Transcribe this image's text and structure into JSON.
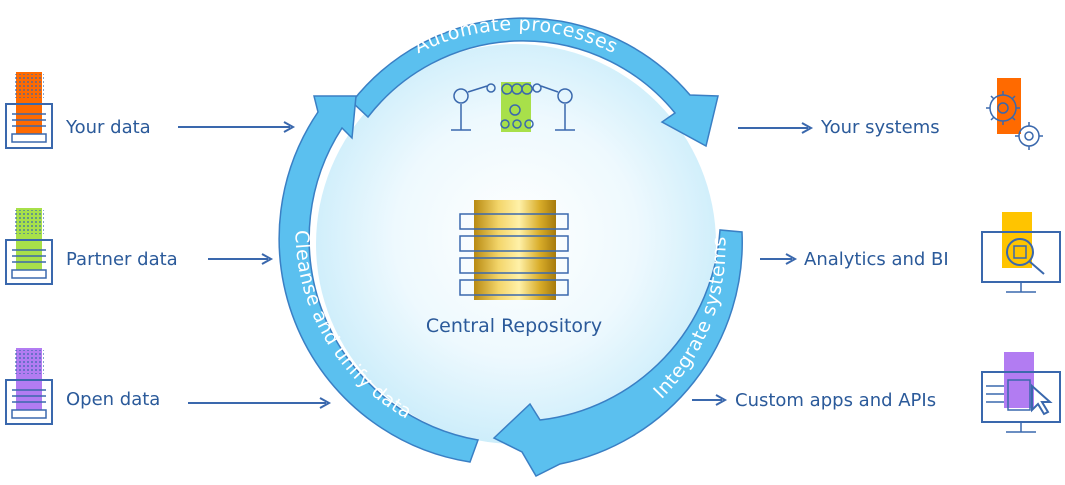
{
  "ring": {
    "top_label": "Automate processes",
    "left_label": "Cleanse and unify data",
    "right_label": "Integrate systems"
  },
  "center": {
    "label": "Central Repository"
  },
  "sources": [
    {
      "label": "Your data",
      "color": "#ff6a00"
    },
    {
      "label": "Partner data",
      "color": "#a8e04a"
    },
    {
      "label": "Open data",
      "color": "#b27cf2"
    }
  ],
  "outputs": [
    {
      "label": "Your systems",
      "color": "#ff6a00"
    },
    {
      "label": "Analytics and BI",
      "color": "#ffc400"
    },
    {
      "label": "Custom apps and APIs",
      "color": "#b27cf2"
    }
  ],
  "colors": {
    "ring": "#5bc0ef",
    "ring_edge": "#3a7fc4",
    "text": "#2b5a9a",
    "gold": "#e0b830"
  }
}
